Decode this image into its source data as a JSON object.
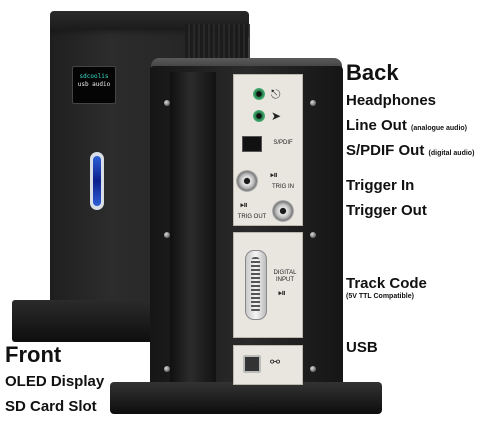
{
  "front": {
    "heading": "Front",
    "items": [
      "OLED Display",
      "SD Card Slot"
    ],
    "oled_line1": "sdcoolis",
    "oled_line2": "usb  audio"
  },
  "back": {
    "heading": "Back",
    "labels": {
      "headphones": "Headphones",
      "line_out": "Line Out",
      "line_out_note": "(analogue audio)",
      "spdif_out": "S/PDIF Out",
      "spdif_out_note": "(digital audio)",
      "trigger_in": "Trigger In",
      "trigger_out": "Trigger Out",
      "track_code": "Track Code",
      "track_code_note": "(5V TTL Compatible)",
      "usb": "USB"
    },
    "panel_text": {
      "spdif": "S/PDIF",
      "trig_in": "TRIG IN",
      "trig_out": "TRIG OUT",
      "digital_input_1": "DIGITAL",
      "digital_input_2": "INPUT"
    }
  },
  "colors": {
    "oled_accent": "#37e0c9",
    "jack_green": "#3fa36a",
    "sd_blue": "#1f45c4"
  },
  "icons": [
    "headphones-icon",
    "line-out-icon",
    "pulse-icon",
    "usb-icon"
  ]
}
